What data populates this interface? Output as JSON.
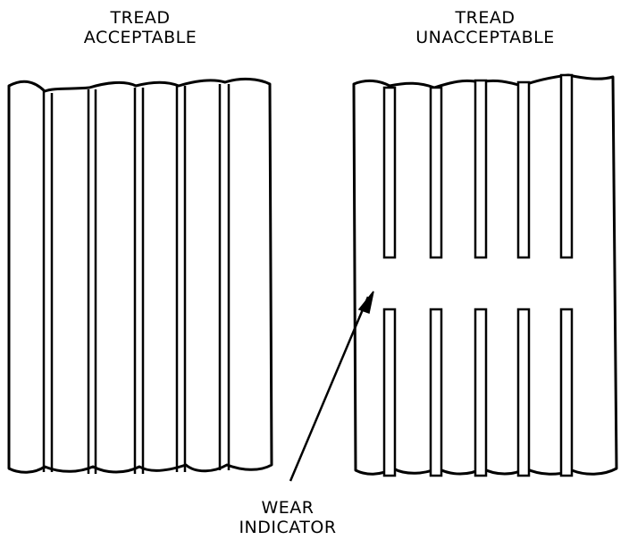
{
  "left_panel": {
    "title_line1": "TREAD",
    "title_line2": "ACCEPTABLE"
  },
  "right_panel": {
    "title_line1": "TREAD",
    "title_line2": "UNACCEPTABLE"
  },
  "callout": {
    "line1": "WEAR",
    "line2": "INDICATOR"
  },
  "colors": {
    "ink": "#000000",
    "paper": "#ffffff"
  }
}
